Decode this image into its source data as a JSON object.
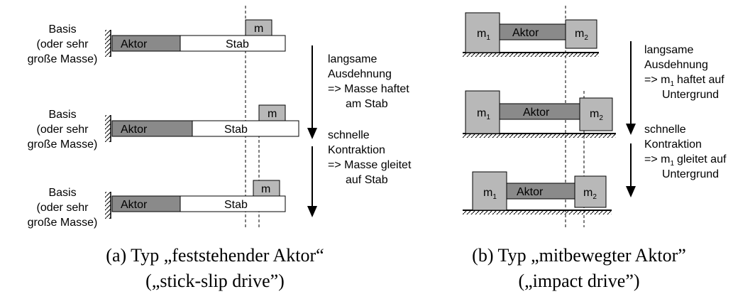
{
  "left": {
    "basis_label": [
      "Basis",
      "(oder sehr",
      "große Masse)"
    ],
    "aktor_label": "Aktor",
    "stab_label": "Stab",
    "mass_label": "m",
    "step1": [
      "langsame",
      "Ausdehnung",
      "=> Masse haftet",
      "am Stab"
    ],
    "step2": [
      "schnelle",
      "Kontraktion",
      "=> Masse gleitet",
      "auf Stab"
    ],
    "caption": [
      "(a) Typ „feststehender Aktor“",
      "(„stick-slip drive”)"
    ]
  },
  "right": {
    "m1_label": "m",
    "m1_sub": "1",
    "m2_label": "m",
    "m2_sub": "2",
    "aktor_label": "Aktor",
    "step1": [
      "langsame",
      "Ausdehnung",
      "=> m",
      "haftet auf",
      "Untergrund"
    ],
    "step2": [
      "schnelle",
      "Kontraktion",
      "=> m",
      "gleitet auf",
      "Untergrund"
    ],
    "step_sub": "1",
    "caption": [
      "(b) Typ „mitbewegter Aktor”",
      "(„impact drive”)"
    ]
  },
  "colors": {
    "aktor": "#8a8a8a",
    "mass": "#b8b8b8",
    "outline": "#000000"
  }
}
